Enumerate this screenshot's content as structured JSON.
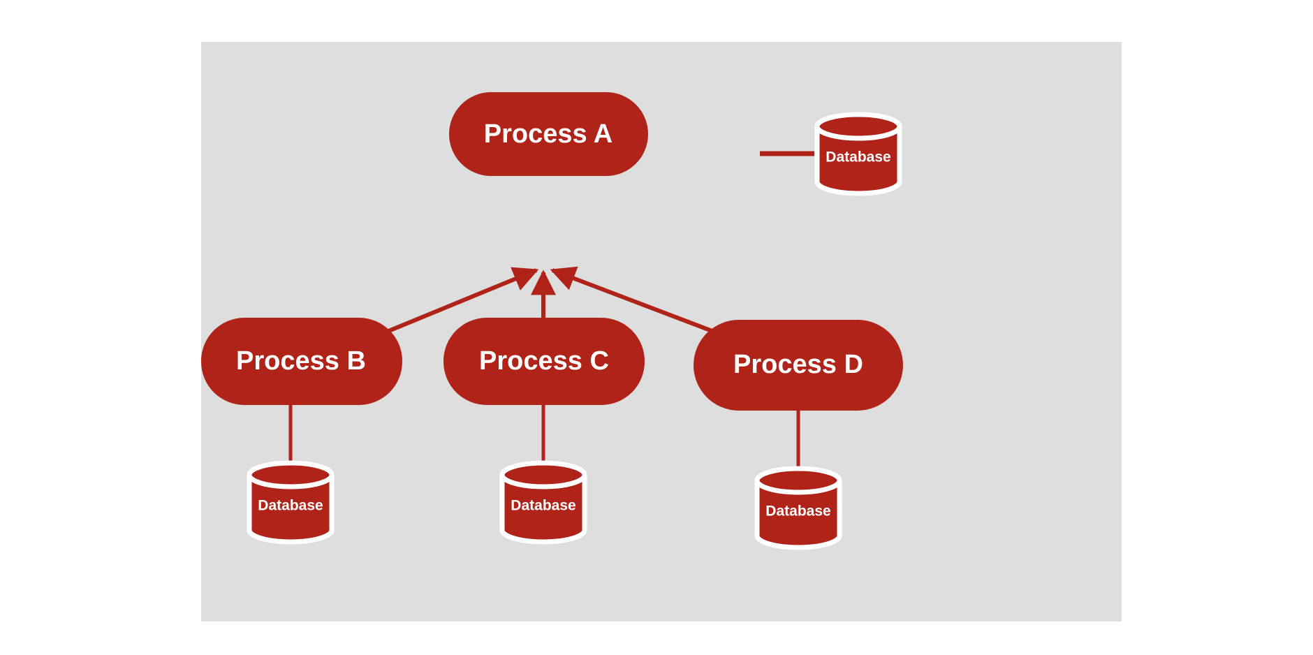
{
  "diagram": {
    "type": "process-architecture-diagram",
    "canvas": {
      "background_color": "#dedede",
      "page_background_color": "#ffffff"
    },
    "colors": {
      "node_fill": "#b02318",
      "node_text": "#ffffff",
      "edge_stroke": "#b02318",
      "db_outline": "#ffffff",
      "canvas_bg": "#dedede"
    },
    "nodes": [
      {
        "id": "process-a",
        "label": "Process A",
        "shape": "rounded-rectangle"
      },
      {
        "id": "process-b",
        "label": "Process B",
        "shape": "rounded-rectangle"
      },
      {
        "id": "process-c",
        "label": "Process C",
        "shape": "rounded-rectangle"
      },
      {
        "id": "process-d",
        "label": "Process D",
        "shape": "rounded-rectangle"
      }
    ],
    "datastores": [
      {
        "id": "db-a",
        "label": "Database",
        "shape": "cylinder"
      },
      {
        "id": "db-b",
        "label": "Database",
        "shape": "cylinder"
      },
      {
        "id": "db-c",
        "label": "Database",
        "shape": "cylinder"
      },
      {
        "id": "db-d",
        "label": "Database",
        "shape": "cylinder"
      }
    ],
    "edges": [
      {
        "id": "edge-a-db",
        "from": "process-a",
        "to": "db-a",
        "arrow": "none"
      },
      {
        "id": "edge-a-b",
        "from": "process-a",
        "to": "process-b",
        "arrow": "both"
      },
      {
        "id": "edge-a-c",
        "from": "process-a",
        "to": "process-c",
        "arrow": "both"
      },
      {
        "id": "edge-a-d",
        "from": "process-a",
        "to": "process-d",
        "arrow": "both"
      },
      {
        "id": "edge-b-db",
        "from": "process-b",
        "to": "db-b",
        "arrow": "none"
      },
      {
        "id": "edge-c-db",
        "from": "process-c",
        "to": "db-c",
        "arrow": "none"
      },
      {
        "id": "edge-d-db",
        "from": "process-d",
        "to": "db-d",
        "arrow": "none"
      }
    ]
  }
}
